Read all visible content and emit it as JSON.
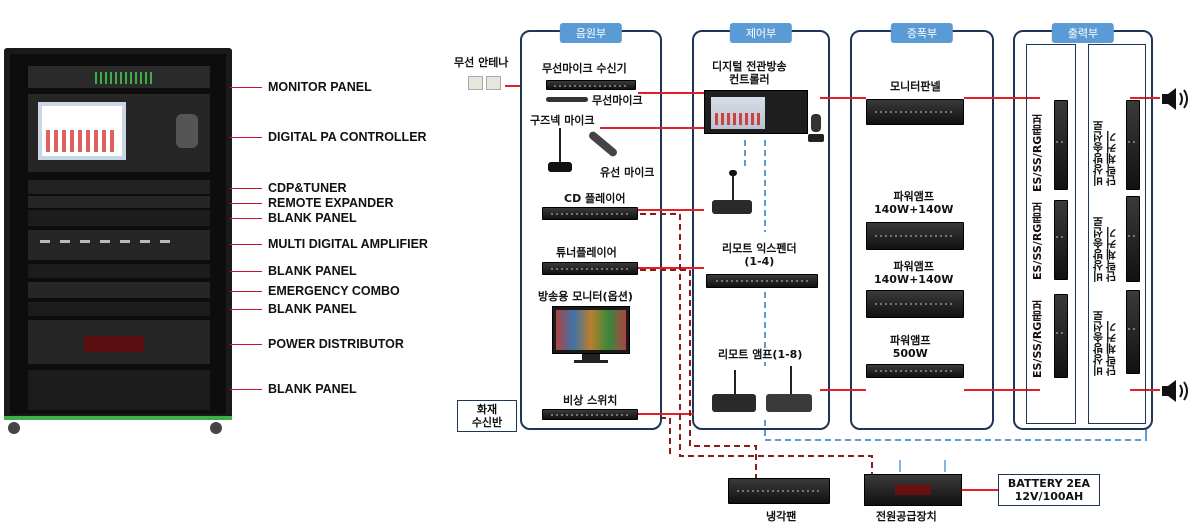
{
  "rack": {
    "labels": [
      "MONITOR PANEL",
      "DIGITAL PA CONTROLLER",
      "CDP&TUNER",
      "REMOTE EXPANDER",
      "BLANK PANEL",
      "MULTI DIGITAL AMPLIFIER",
      "BLANK PANEL",
      "EMERGENCY COMBO",
      "BLANK PANEL",
      "POWER DISTRIBUTOR",
      "BLANK PANEL"
    ]
  },
  "sections": {
    "source": "음원부",
    "control": "제어부",
    "amp": "증폭부",
    "output": "출력부"
  },
  "devices": {
    "antenna": "무선 안테나",
    "wireless_receiver": "무선마이크 수신기",
    "wireless_mic": "무선마이크",
    "gooseneck_mic": "구즈넥 마이크",
    "wired_mic": "유선 마이크",
    "cd_player": "CD 플레이어",
    "tuner": "튜너플레이어",
    "monitor": "방송용 모니터(옵션)",
    "emergency_switch": "비상 스위치",
    "fire_receiver": "화재\n수신반",
    "pa_controller": "디지털 전관방송\n컨트롤러",
    "remote_expander": "리모트 익스펜더\n(1-4)",
    "remote_amp": "리모트 앰프(1-8)",
    "monitor_panel": "모니터판넬",
    "power_amp_1": "파워앰프\n140W+140W",
    "power_amp_2": "파워앰프\n140W+140W",
    "power_amp_3": "파워앰프\n500W",
    "es_ss_rg_1": "ES/SS/RG콤보",
    "es_ss_rg_2": "ES/SS/RG콤보",
    "es_ss_rg_3": "ES/SS/RG콤보",
    "fault_detect_1": "비상방송선로\n단락체커기",
    "fault_detect_2": "비상방송선로\n단락체커기",
    "fault_detect_3": "비상방송선로\n단락체커기",
    "cooling_fan": "냉각팬",
    "power_supply": "전원공급장치",
    "battery": "BATTERY 2EA\n12V/100AH"
  },
  "colors": {
    "accent": "#5b9bd5",
    "line": "#e41e26",
    "border": "#1d3557",
    "dash_blue": "#5b9bd5",
    "dash_dark": "#8b1a1a"
  }
}
